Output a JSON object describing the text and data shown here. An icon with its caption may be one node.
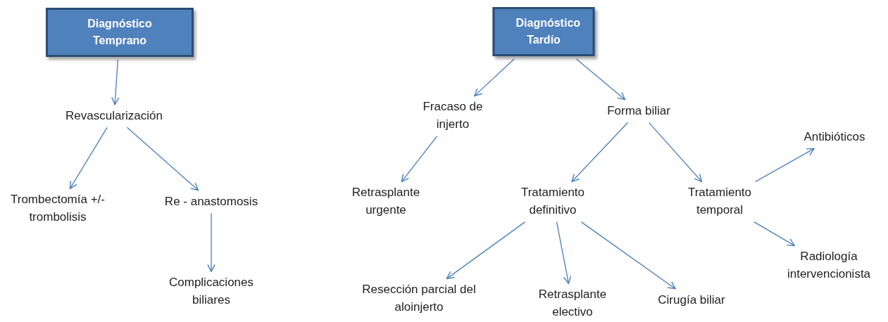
{
  "diagram": {
    "nodes": [
      {
        "text": [
          "Diagnóstico Temprano"
        ]
      },
      {
        "text": [
          "Revascularización"
        ]
      },
      {
        "text": [
          "Trombectomía +/- trombolisis"
        ]
      },
      {
        "text": [
          "Re - anastomosis"
        ]
      },
      {
        "text": [
          "Complicaciones biliares"
        ]
      },
      {
        "text": [
          "Diagnóstico Tardío"
        ]
      },
      {
        "text": [
          "Fracaso de injerto"
        ]
      },
      {
        "text": [
          "Forma biliar"
        ]
      },
      {
        "text": [
          "Retrasplante urgente"
        ]
      },
      {
        "text": [
          "Tratamiento definitivo"
        ]
      },
      {
        "text": [
          "Tratamiento temporal"
        ]
      },
      {
        "text": [
          "Antibióticos"
        ]
      },
      {
        "text": [
          "Radiología intervencionista"
        ]
      },
      {
        "text": [
          "Resección parcial del aloinjerto"
        ]
      },
      {
        "text": [
          "Retrasplante electivo"
        ]
      },
      {
        "text": [
          "Cirugía biliar"
        ]
      }
    ],
    "edges": [
      {
        "from": 0,
        "to": 1,
        "arrow": "to"
      },
      {
        "from": 1,
        "to": 2,
        "arrow": "to"
      },
      {
        "from": 1,
        "to": 3,
        "arrow": "to"
      },
      {
        "from": 3,
        "to": 4,
        "arrow": "to"
      },
      {
        "from": 5,
        "to": 6,
        "arrow": "to"
      },
      {
        "from": 5,
        "to": 7,
        "arrow": "to"
      },
      {
        "from": 6,
        "to": 8,
        "arrow": "to"
      },
      {
        "from": 7,
        "to": 9,
        "arrow": "to"
      },
      {
        "from": 7,
        "to": 10,
        "arrow": "to"
      },
      {
        "from": 10,
        "to": 11,
        "arrow": "to"
      },
      {
        "from": 10,
        "to": 12,
        "arrow": "to"
      },
      {
        "from": 9,
        "to": 13,
        "arrow": "to"
      },
      {
        "from": 9,
        "to": 14,
        "arrow": "to"
      },
      {
        "from": 9,
        "to": 15,
        "arrow": "to"
      }
    ]
  }
}
